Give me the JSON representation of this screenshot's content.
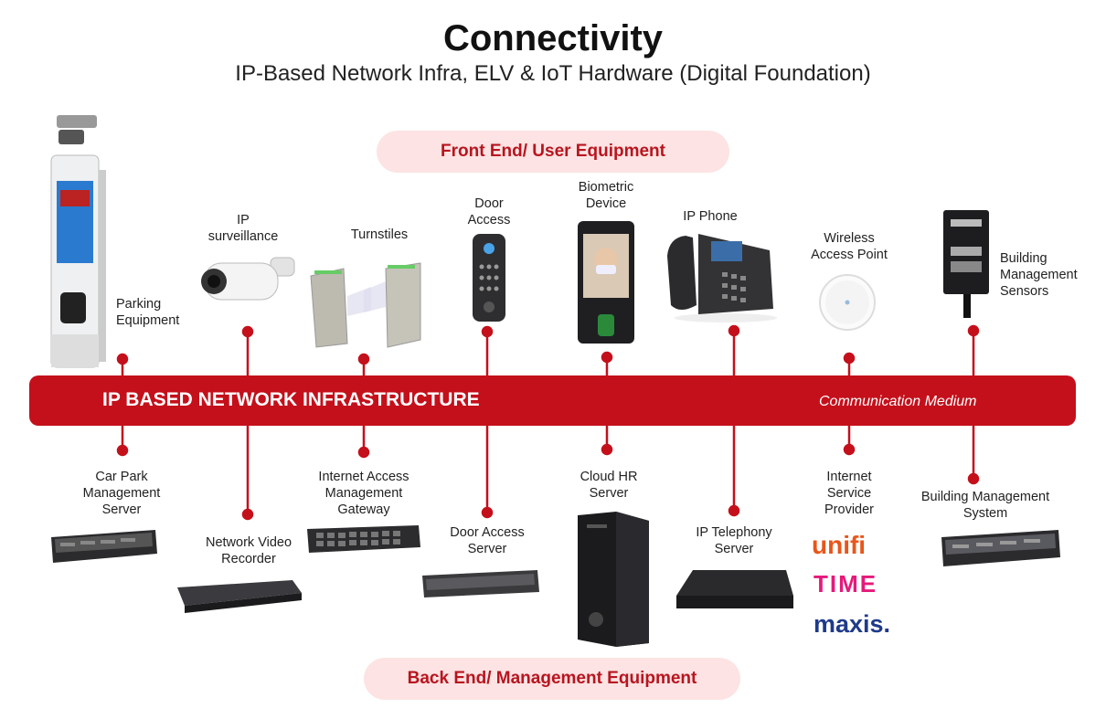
{
  "header": {
    "title": "Connectivity",
    "subtitle": "IP-Based Network Infra, ELV & IoT Hardware (Digital Foundation)"
  },
  "sections": {
    "front_end": "Front End/ User Equipment",
    "back_end": "Back End/ Management Equipment"
  },
  "infrastructure": {
    "label": "IP BASED NETWORK INFRASTRUCTURE",
    "medium": "Communication Medium"
  },
  "front_devices": [
    {
      "id": "parking",
      "label": "Parking\nEquipment"
    },
    {
      "id": "surveillance",
      "label": "IP\nsurveillance"
    },
    {
      "id": "turnstiles",
      "label": "Turnstiles"
    },
    {
      "id": "door",
      "label": "Door\nAccess"
    },
    {
      "id": "biometric",
      "label": "Biometric\nDevice"
    },
    {
      "id": "phone",
      "label": "IP Phone"
    },
    {
      "id": "wap",
      "label": "Wireless\nAccess Point"
    },
    {
      "id": "bms",
      "label": "Building\nManagement\nSensors"
    }
  ],
  "back_devices": [
    {
      "id": "carpark",
      "label": "Car Park\nManagement\nServer"
    },
    {
      "id": "nvr",
      "label": "Network Video\nRecorder"
    },
    {
      "id": "gateway",
      "label": "Internet Access\nManagement\nGateway"
    },
    {
      "id": "doorserver",
      "label": "Door Access\nServer"
    },
    {
      "id": "hr",
      "label": "Cloud HR\nServer"
    },
    {
      "id": "telephony",
      "label": "IP Telephony\nServer"
    },
    {
      "id": "isp",
      "label": "Internet\nService\nProvider"
    },
    {
      "id": "bmsys",
      "label": "Building Management\nSystem"
    }
  ],
  "isp_logos": [
    "unifi",
    "TIME",
    "maxis."
  ],
  "colors": {
    "accent": "#c4101b",
    "pill": "#fde3e3",
    "pill_text": "#b8151f"
  }
}
